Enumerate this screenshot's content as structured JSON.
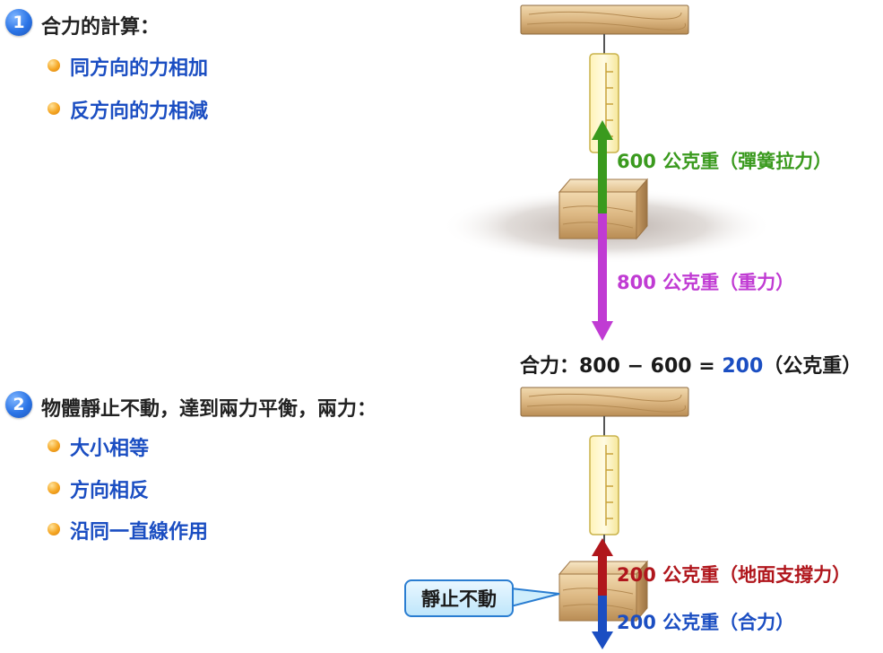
{
  "section1": {
    "number": "1",
    "title": "合力的計算：",
    "items": [
      "同方向的力相加",
      "反方向的力相減"
    ]
  },
  "section2": {
    "number": "2",
    "title": "物體靜止不動，達到兩力平衡，兩力：",
    "items": [
      "大小相等",
      "方向相反",
      "沿同一直線作用"
    ]
  },
  "diagram1": {
    "spring_force_label": "600 公克重（彈簧拉力）",
    "gravity_label": "800 公克重（重力）",
    "formula_prefix": "合力：800 − 600 = ",
    "formula_value": "200",
    "formula_unit": "（公克重）"
  },
  "diagram2": {
    "support_force_label": "200 公克重（地面支撐力）",
    "net_force_label": "200 公克重（合力）",
    "callout": "靜止不動"
  },
  "colors": {
    "green_arrow": "#3a9a1e",
    "purple_arrow": "#c03bd3",
    "red_arrow": "#b0161c",
    "blue_arrow": "#1b4ec2",
    "item_text": "#1b4ec2"
  }
}
